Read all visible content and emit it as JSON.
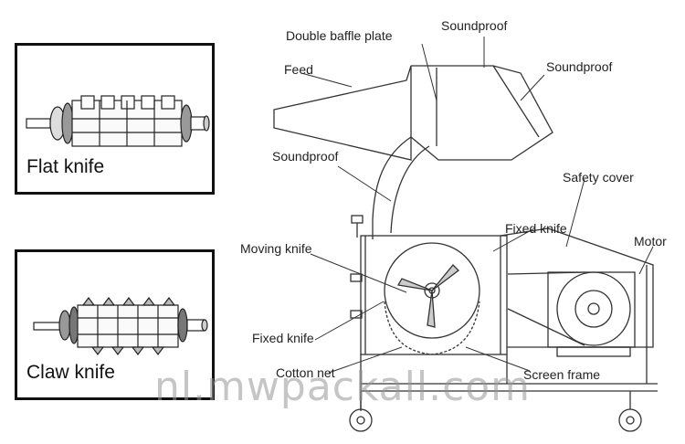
{
  "panels": {
    "flat": {
      "caption": "Flat knife"
    },
    "claw": {
      "caption": "Claw knife"
    }
  },
  "labels": {
    "double_baffle_plate": "Double baffle plate",
    "soundproof_top": "Soundproof",
    "feed": "Feed",
    "soundproof_right": "Soundproof",
    "soundproof_left": "Soundproof",
    "safety_cover": "Safety cover",
    "fixed_knife_top": "Fixed knife",
    "moving_knife": "Moving knife",
    "motor": "Motor",
    "fixed_knife_bottom": "Fixed knife",
    "cotton_net": "Cotton net",
    "screen_frame": "Screen frame"
  },
  "watermark": "nl.mwpackall.com"
}
